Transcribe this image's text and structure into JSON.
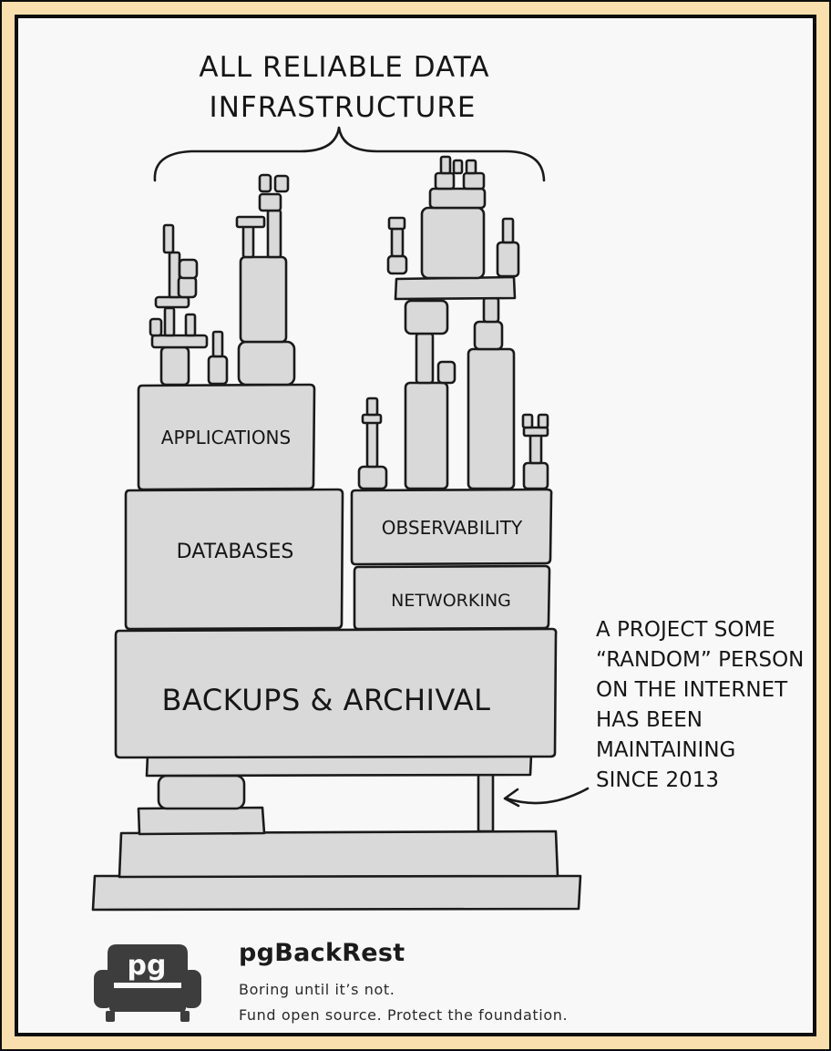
{
  "heading": {
    "line1": "ALL RELIABLE DATA",
    "line2": "INFRASTRUCTURE"
  },
  "blocks": {
    "applications": "APPLICATIONS",
    "databases": "DATABASES",
    "observability": "OBSERVABILITY",
    "networking": "NETWORKING",
    "backups": "BACKUPS & ARCHIVAL"
  },
  "annotation": {
    "lines": [
      "A PROJECT SOME",
      "“RANDOM” PERSON",
      "ON THE INTERNET",
      "HAS BEEN",
      "MAINTAINING",
      "SINCE 2013"
    ]
  },
  "footer": {
    "logo_text": "pg",
    "brand": "pgBackRest",
    "tagline_1": "Boring until it’s not.",
    "tagline_2": "Fund open source. Protect the foundation."
  },
  "colors": {
    "outer_background": "#f9dfae",
    "panel_background": "#f8f8f8",
    "block_fill": "#d9d9d9",
    "ink": "#1a1a1a",
    "logo_fill": "#3d3d3d"
  },
  "icons": {
    "logo": "armchair-icon"
  }
}
